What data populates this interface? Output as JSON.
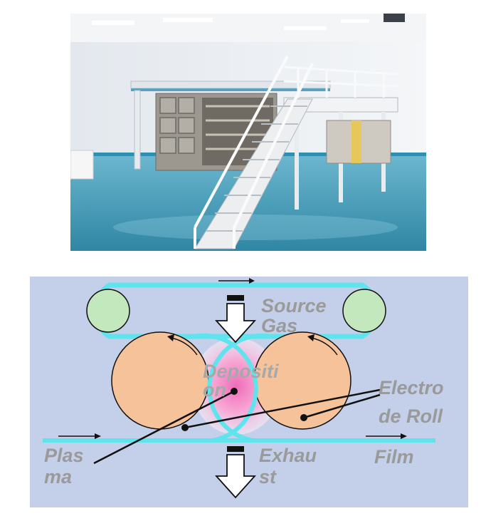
{
  "photo": {
    "subject": "roll-to-roll plasma CVD machine in clean room",
    "colors": {
      "floor": "#3f9ab5",
      "wall": "#eef1f4",
      "frame": "#f2f3f5"
    }
  },
  "diagram": {
    "labels": {
      "source_gas": [
        "Source",
        "Gas"
      ],
      "deposition": [
        "Depositi",
        "on"
      ],
      "electrode_roll": [
        "Electro",
        "de Roll"
      ],
      "plasma": [
        "Plas",
        "ma"
      ],
      "exhaust": [
        "Exhau",
        "st"
      ],
      "film": "Film"
    },
    "colors": {
      "background": "#c4cfe9",
      "film": "#5fe3ec",
      "small_roll": "#c3e8be",
      "electrode_roll": "#f5c29a",
      "plasma": "#f06cb8",
      "label": "#9a9a9a"
    }
  }
}
